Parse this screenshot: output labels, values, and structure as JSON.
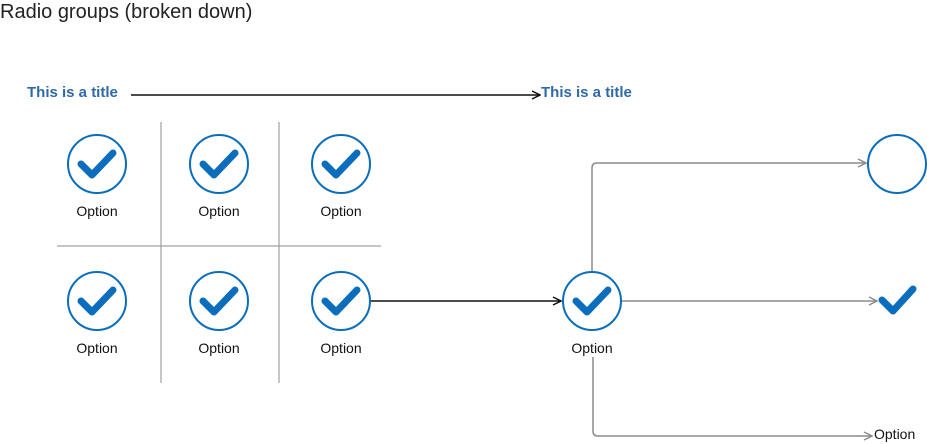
{
  "header": {
    "title": "Radio groups (broken down)"
  },
  "diagram": {
    "group_title": "This is a title",
    "group_title_exploded": "This is a title",
    "grid_options": [
      {
        "label": "Option",
        "selected": true
      },
      {
        "label": "Option",
        "selected": true
      },
      {
        "label": "Option",
        "selected": true
      },
      {
        "label": "Option",
        "selected": true
      },
      {
        "label": "Option",
        "selected": true
      },
      {
        "label": "Option",
        "selected": true
      }
    ],
    "focus_option": {
      "label": "Option",
      "selected": true
    },
    "parts": {
      "outer_circle": "circle",
      "checkmark": "checkmark-icon",
      "label": "Option"
    }
  },
  "colors": {
    "accent": "#0a6ebd",
    "title": "#2f6aa6",
    "connector_dark": "#111111",
    "connector_gray": "#8c8c8c",
    "grid_lines": "#8c8c8c"
  }
}
